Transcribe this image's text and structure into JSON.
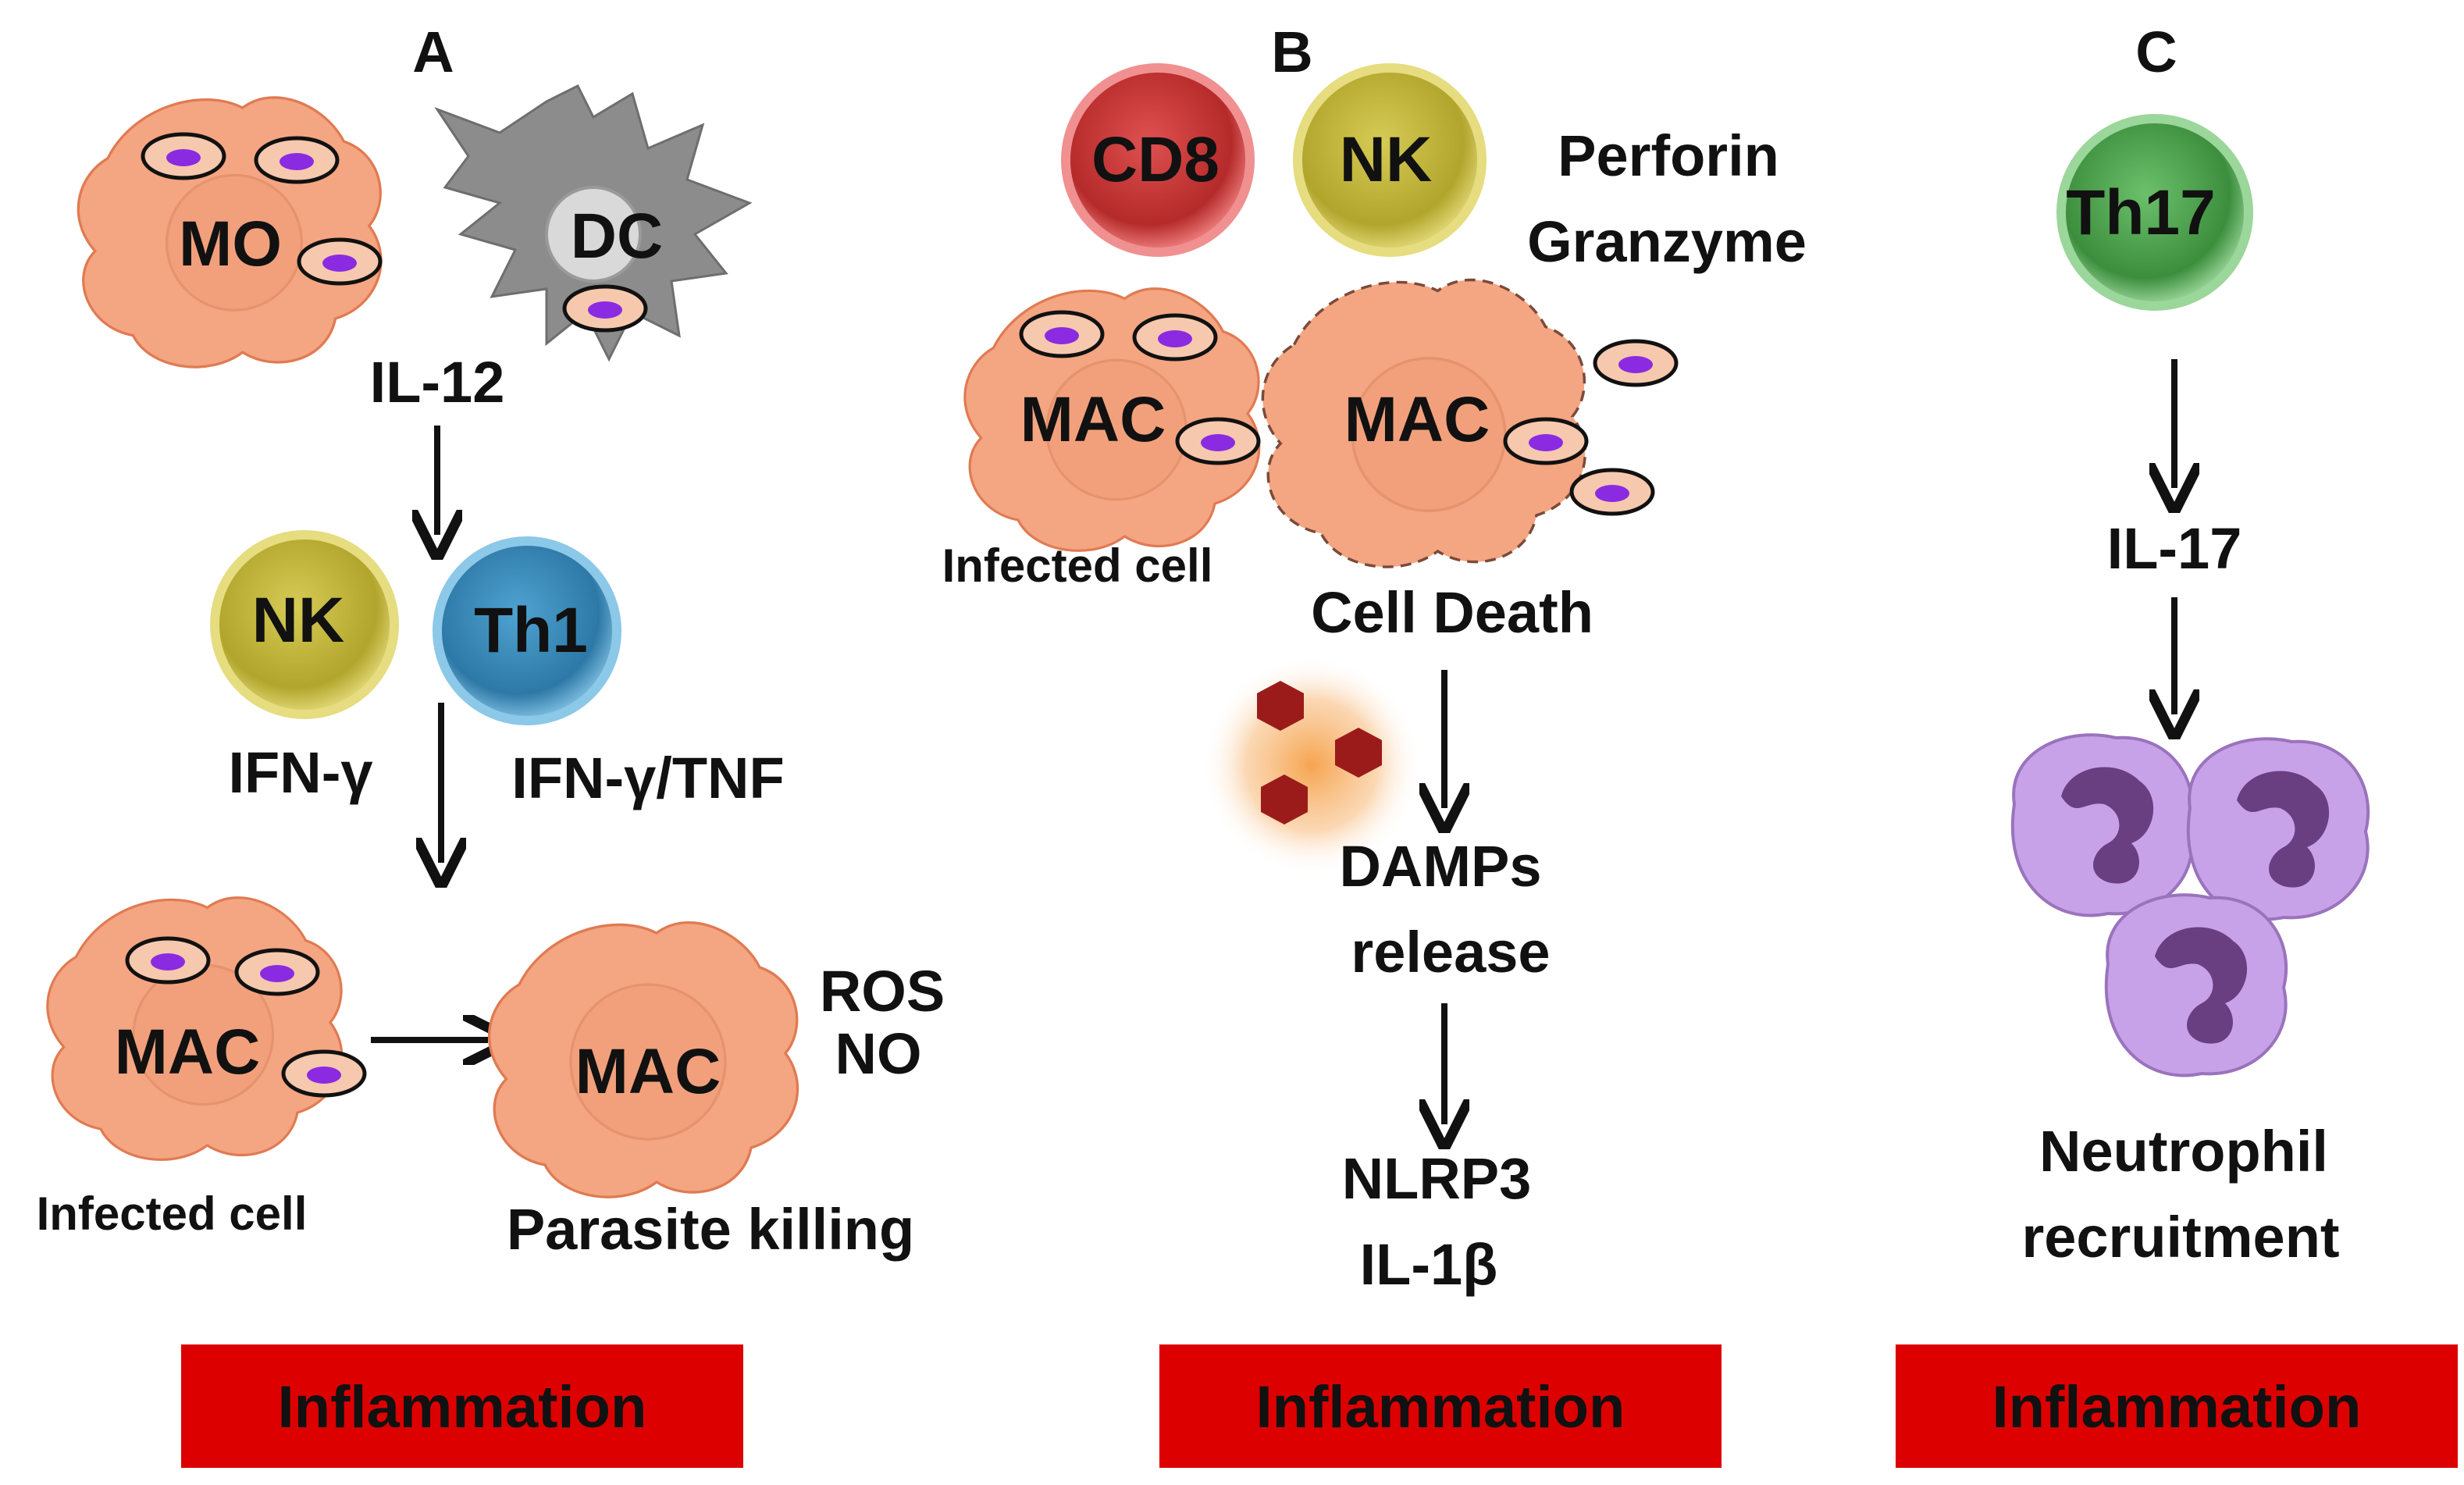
{
  "colors": {
    "macrophage": "#f4a582",
    "macrophage_edge": "#e07a52",
    "parasite_fill": "#f6c8ae",
    "parasite_nucleus": "#8a2be2",
    "dc": "#8c8c8c",
    "nk": "#c9bd3a",
    "th1": "#3f95c4",
    "cd8": "#d93b3b",
    "th17": "#59b35a",
    "neutrophil": "#c8a2e8",
    "neutrophil_nucleus": "#7a4a93",
    "damp": "#9b1b1b",
    "banner": "#dd0000",
    "arrow": "#111111"
  },
  "panel_a": {
    "title": "A",
    "mo_label": "MO",
    "dc_label": "DC",
    "il12": "IL-12",
    "nk_label": "NK",
    "th1_label": "Th1",
    "ifn_g": "IFN-γ",
    "ifn_g_tnf": "IFN-γ/TNF",
    "mac_infected_label": "MAC",
    "infected_cell": "Infected cell",
    "mac_activated_label": "MAC",
    "ros": "ROS",
    "no": "NO",
    "parasite_killing": "Parasite killing",
    "banner": "Inflammation"
  },
  "panel_b": {
    "title": "B",
    "cd8_label": "CD8",
    "nk_label": "NK",
    "perforin": "Perforin",
    "granzyme": "Granzyme",
    "mac_infected_label": "MAC",
    "mac_dying_label": "MAC",
    "infected_cell": "Infected cell",
    "cell_death": "Cell Death",
    "damps_line1": "DAMPs",
    "damps_line2": "release",
    "nlrp3": "NLRP3",
    "il1b": "IL-1β",
    "banner": "Inflammation"
  },
  "panel_c": {
    "title": "C",
    "th17_label": "Th17",
    "il17": "IL-17",
    "neutrophil_line1": "Neutrophil",
    "neutrophil_line2": "recruitment",
    "banner": "Inflammation"
  }
}
